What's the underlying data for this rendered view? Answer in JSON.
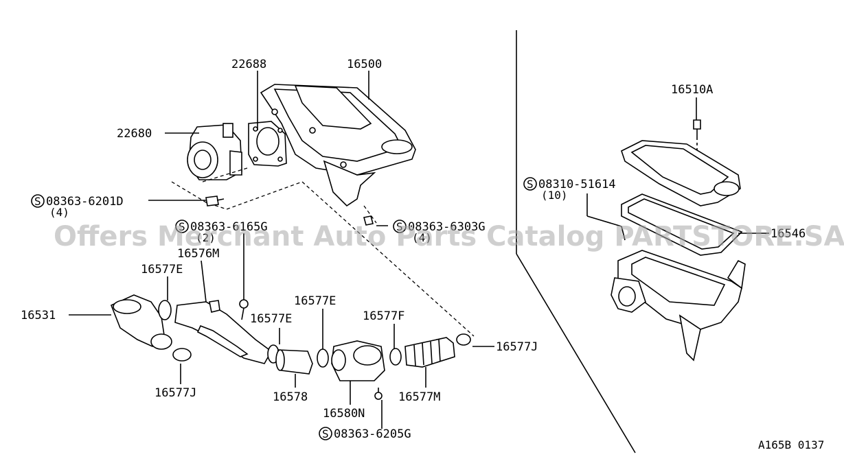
{
  "labels": {
    "p22688": "22688",
    "p16500": "16500",
    "p22680": "22680",
    "bolt_6201": "08363-6201D",
    "bolt_6201_qty": "(4)",
    "bolt_6165": "08363-6165G",
    "bolt_6165_qty": "(2)",
    "bolt_6303": "08363-6303G",
    "bolt_6303_qty": "(4)",
    "p16576M": "16576M",
    "p16577E_a": "16577E",
    "p16577E_b": "16577E",
    "p16577E_c": "16577E",
    "p16577F": "16577F",
    "p16531": "16531",
    "p16577J_a": "16577J",
    "p16577J_b": "16577J",
    "p16578": "16578",
    "p16580N": "16580N",
    "p16577M": "16577M",
    "bolt_6205": "08363-6205G",
    "p16510A": "16510A",
    "screw_51614": "08310-51614",
    "screw_51614_qty": "(10)",
    "p16546": "16546",
    "s_mark": "S"
  },
  "watermark": "Offers Merchant Auto Parts Catalog PARTSTORE.SA",
  "diagram_code": "A165B 0137"
}
